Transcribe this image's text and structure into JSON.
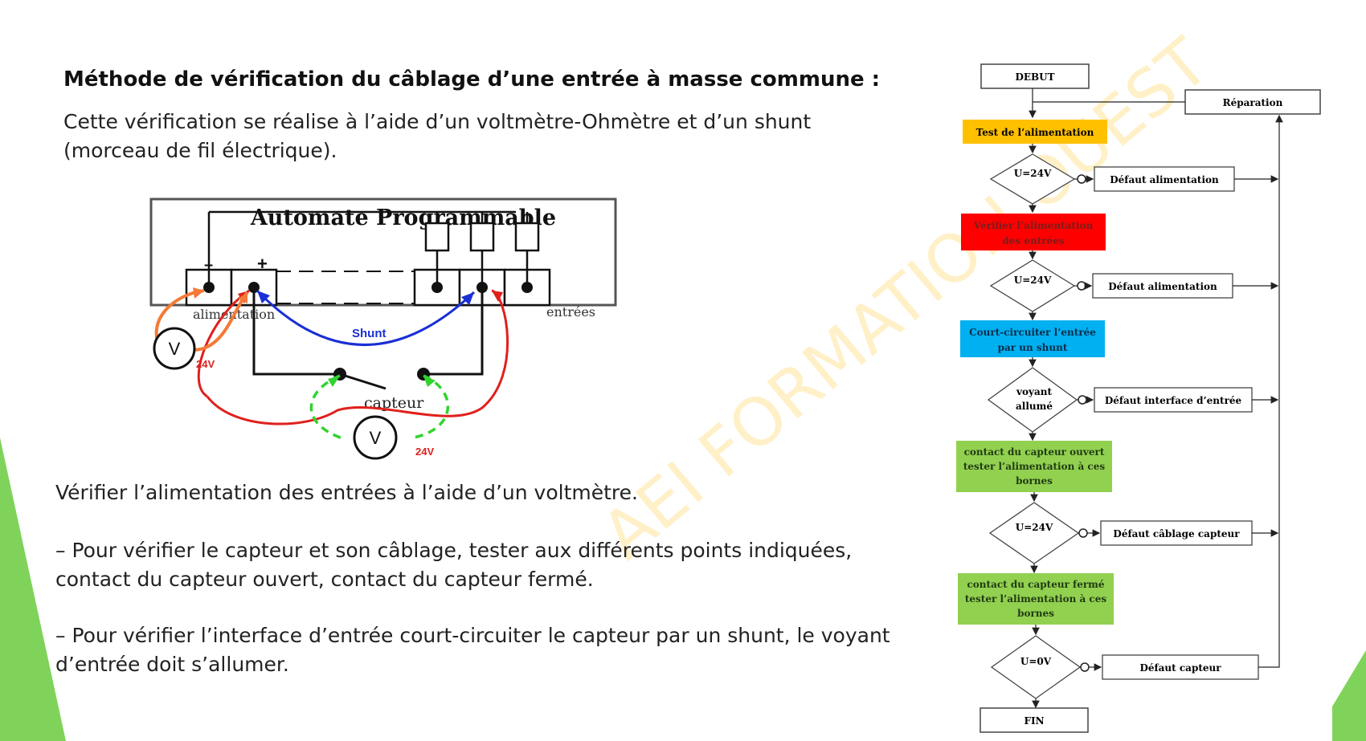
{
  "slide": {
    "heading": "Méthode de vérification du câblage d’une entrée à masse commune :",
    "intro": "Cette vérification se réalise à l’aide d’un voltmètre-Ohmètre et d’un shunt (morceau de fil électrique).",
    "step1": "Vérifier l’alimentation des entrées à l’aide d’un voltmètre.",
    "step2": "– Pour vérifier le capteur et son câblage, tester aux différents points indiquées, contact du capteur ouvert, contact du capteur fermé.",
    "step3": "– Pour vérifier l’interface d’entrée court-circuiter le capteur par un shunt, le voyant d’entrée doit s’allumer.",
    "watermark": "AEI FORMATION OUEST"
  },
  "circuit": {
    "title": "Automate Programmable",
    "minus": "–",
    "plus": "+",
    "supply_label": "alimentation",
    "inputs_label": "entrées",
    "shunt_label": "Shunt",
    "sensor_label": "capteur",
    "meter_symbol": "V",
    "meter_voltage": "24V",
    "colors": {
      "shunt": "#1a2fd4",
      "meter_loop": "#e0201c",
      "supply_probe": "#f47a35",
      "sensor_probe": "#2fd42f",
      "frame": "#555555"
    }
  },
  "flowchart": {
    "start": "DEBUT",
    "end": "FIN",
    "repair": "Réparation",
    "steps": [
      {
        "lines": [
          "Test de l’alimentation"
        ],
        "color": "#ffc000"
      },
      {
        "lines": [
          "Vérifier l’alimentation",
          "des entrées"
        ],
        "color": "#ff0000"
      },
      {
        "lines": [
          "Court-circuiter l’entrée",
          "par un shunt"
        ],
        "color": "#00b0f0"
      },
      {
        "lines": [
          "contact du capteur ouvert",
          "tester l’alimentation à ces",
          "bornes"
        ],
        "color": "#92d050"
      },
      {
        "lines": [
          "contact du capteur fermé",
          "tester l’alimentation à ces",
          "bornes"
        ],
        "color": "#92d050"
      }
    ],
    "decisions": [
      {
        "lines": [
          "U=24V"
        ],
        "fault": "Défaut alimentation"
      },
      {
        "lines": [
          "U=24V"
        ],
        "fault": "Défaut alimentation"
      },
      {
        "lines": [
          "voyant",
          "allumé"
        ],
        "fault": "Défaut interface d’entrée"
      },
      {
        "lines": [
          "U=24V"
        ],
        "fault": "Défaut câblage capteur"
      },
      {
        "lines": [
          "U=0V"
        ],
        "fault": "Défaut capteur"
      }
    ]
  }
}
